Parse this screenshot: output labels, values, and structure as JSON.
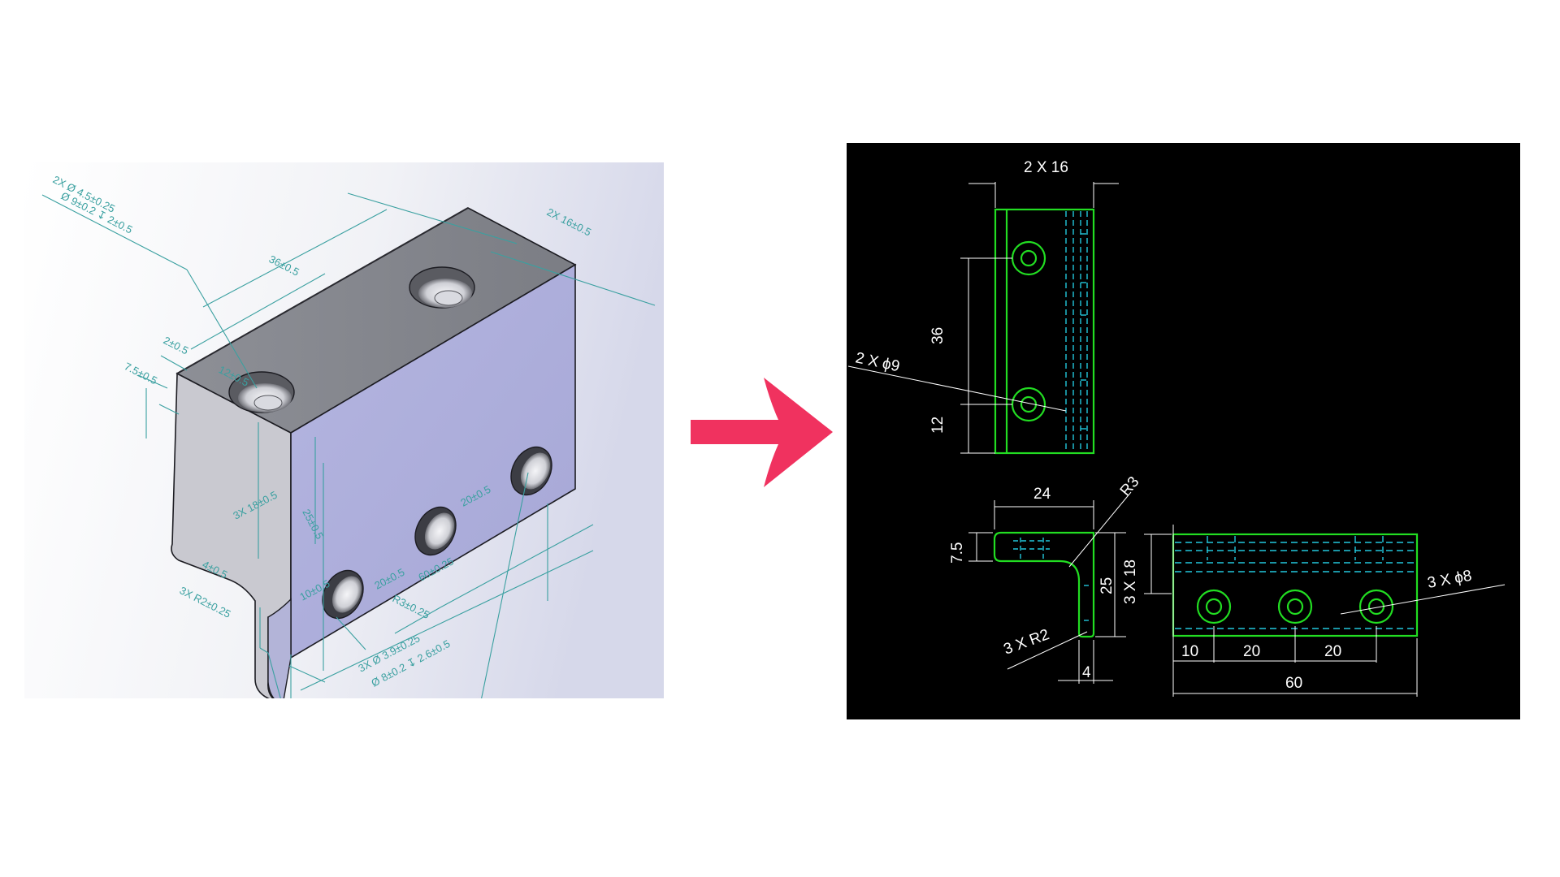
{
  "iso_view": {
    "callouts": {
      "holes_top_a": "2X Ø 4.5±0.25",
      "holes_top_b": "Ø 9±0.2 ↧ 2±0.5",
      "spacing_top": "36±0.5",
      "width_top": "2X 16±0.5",
      "thick_top": "2±0.5",
      "thick_edge": "7.5±0.5",
      "dim_12": "12±0.5",
      "holes_side_count": "3X 18±0.5",
      "dim_25": "25±0.5",
      "side_spacing_a": "20±0.5",
      "side_spacing_b": "20±0.5",
      "overall_60": "60±0.25",
      "wall_4": "4±0.5",
      "fillets_r2": "3X R2±0.25",
      "edge_10": "10±0.5",
      "fillet_r3": "R3±0.25",
      "holes_side_a": "3X Ø 3.9±0.25",
      "holes_side_b": "Ø 8±0.2 ↧ 2.6±0.5"
    }
  },
  "transform_arrow": {
    "color": "#f0325f"
  },
  "cad_drawing": {
    "colors": {
      "background": "#000000",
      "outline": "#22dd22",
      "hidden": "#22c8dd",
      "dimension": "#ffffff"
    },
    "top_view": {
      "dim_width": "2 X 16",
      "dim_spacing": "36",
      "dim_edge": "12",
      "hole_note": "2 X ϕ9"
    },
    "front_view": {
      "dim_width": "24",
      "dim_thick": "7.5",
      "fillet_r3": "R3",
      "dim_height": "25",
      "dim_height_count": "3 X 18",
      "fillet_r2": "3 X R2",
      "dim_wall": "4"
    },
    "side_view": {
      "hole_note": "3 X ϕ8",
      "dim_a": "10",
      "dim_b": "20",
      "dim_c": "20",
      "dim_total": "60"
    }
  }
}
